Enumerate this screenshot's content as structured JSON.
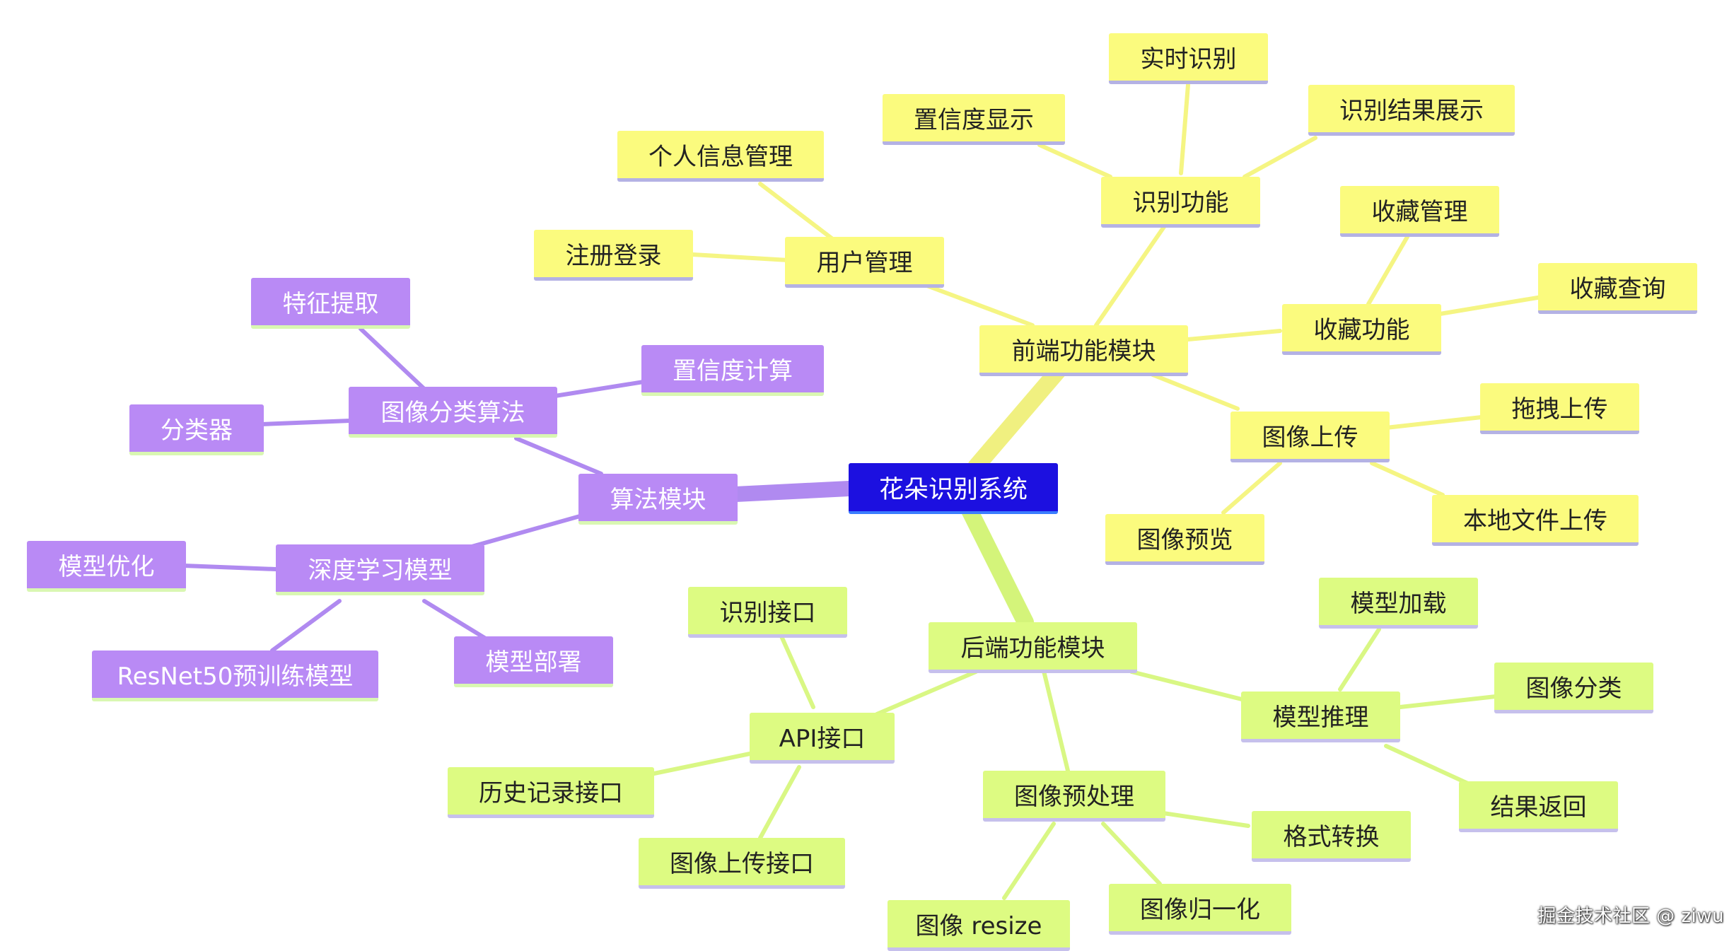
{
  "root": {
    "label": "花朵识别系统"
  },
  "front": {
    "label": "前端功能模块",
    "user_mgmt": {
      "label": "用户管理",
      "children": [
        "个人信息管理",
        "注册登录"
      ]
    },
    "recognition": {
      "label": "识别功能",
      "children": [
        "置信度显示",
        "实时识别",
        "识别结果展示"
      ]
    },
    "favorites": {
      "label": "收藏功能",
      "children": [
        "收藏管理",
        "收藏查询"
      ]
    },
    "upload": {
      "label": "图像上传",
      "children": [
        "拖拽上传",
        "本地文件上传",
        "图像预览"
      ]
    }
  },
  "back": {
    "label": "后端功能模块",
    "api": {
      "label": "API接口",
      "children": [
        "识别接口",
        "历史记录接口",
        "图像上传接口"
      ]
    },
    "inference": {
      "label": "模型推理",
      "children": [
        "模型加载",
        "图像分类",
        "结果返回"
      ]
    },
    "preprocess": {
      "label": "图像预处理",
      "children": [
        "格式转换",
        "图像 resize",
        "图像归一化"
      ]
    }
  },
  "algo": {
    "label": "算法模块",
    "classify": {
      "label": "图像分类算法",
      "children": [
        "特征提取",
        "置信度计算",
        "分类器"
      ]
    },
    "deep": {
      "label": "深度学习模型",
      "children": [
        "模型优化",
        "ResNet50预训练模型",
        "模型部署"
      ]
    }
  },
  "colors": {
    "root": "#1c10e0",
    "front": "#fbfb7e",
    "back": "#ddfb82",
    "algo": "#b98af5"
  },
  "watermark": "掘金技术社区 @ ziwu"
}
